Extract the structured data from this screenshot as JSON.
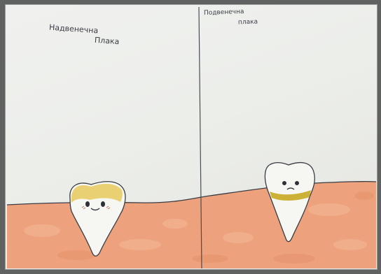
{
  "panels": [
    {
      "id": "left",
      "caption_line1": "Надвенечна",
      "caption_line2": "Плака",
      "tooth_expression": "smiling",
      "plaque_position": "crown top",
      "plaque_color": "#e6c95c"
    },
    {
      "id": "right",
      "caption_line1": "Подвенечна",
      "caption_line2": "плака",
      "tooth_expression": "sad",
      "plaque_position": "gum line band",
      "plaque_color": "#c9a821"
    }
  ],
  "colors": {
    "paper": "#eceeea",
    "gum": "#eda27d",
    "ink": "#3a3c44",
    "background": "#5f6260"
  }
}
